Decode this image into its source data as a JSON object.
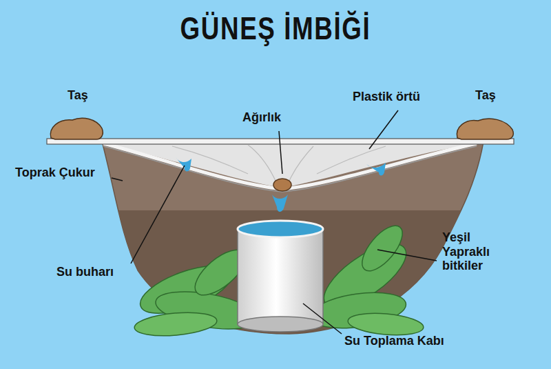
{
  "diagram": {
    "title": "GÜNEŞ İMBİĞİ",
    "labels": [
      "Taş",
      "Plastik örtü",
      "Ağırlık",
      "Taş",
      "Toprak Çukur",
      "Su buharı",
      "Yeşil Yapraklı bitkiler",
      "Su Toplama Kabı"
    ]
  }
}
